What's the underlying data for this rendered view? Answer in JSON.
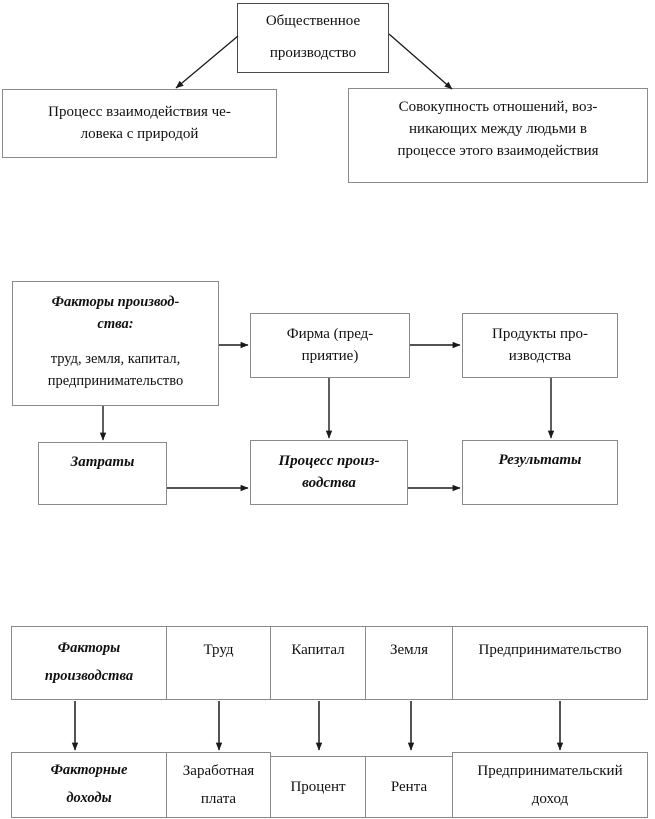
{
  "diagram": {
    "title_box": {
      "line1": "Общественное",
      "line2": "производство"
    },
    "branches": {
      "left": {
        "line1": "Процесс взаимодействия че-",
        "line2": "ловека с природой"
      },
      "right": {
        "line1": "Совокупность отношений, воз-",
        "line2": "никающих между людьми в",
        "line3": "процессе этого взаимодействия"
      }
    },
    "process_section": {
      "factors": {
        "head_line1": "Факторы производ-",
        "head_line2": "ства:",
        "list_line1": "труд, земля, капитал,",
        "list_line2": "предпринимательство"
      },
      "firm": {
        "line1": "Фирма (пред-",
        "line2": "приятие)"
      },
      "products": {
        "line1": "Продукты про-",
        "line2": "изводства"
      },
      "costs": {
        "line1": "Затраты"
      },
      "production_process": {
        "line1": "Процесс произ-",
        "line2": "водства"
      },
      "results": {
        "line1": "Результаты"
      }
    },
    "table": {
      "row1": {
        "header": {
          "line1": "Факторы",
          "line2": "производства"
        },
        "cells": [
          {
            "line1": "Труд"
          },
          {
            "line1": "Капитал"
          },
          {
            "line1": "Земля"
          },
          {
            "line1": "Предпринимательство"
          }
        ]
      },
      "row2": {
        "header": {
          "line1": "Факторные",
          "line2": "доходы"
        },
        "cells": [
          {
            "line1": "Заработная",
            "line2": "плата"
          },
          {
            "line1": "Процент"
          },
          {
            "line1": "Рента"
          },
          {
            "line1": "Предпринимательский",
            "line2": "доход"
          }
        ]
      }
    },
    "colors": {
      "border": "#8a8a8a",
      "border_dark": "#4a4a4a",
      "arrow": "#1a1a1a",
      "text": "#111111",
      "background": "#ffffff"
    }
  }
}
